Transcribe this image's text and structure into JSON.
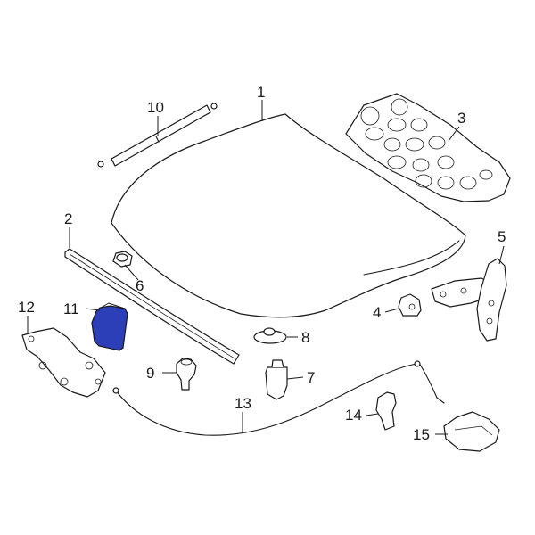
{
  "colors": {
    "stroke": "#1a1a1a",
    "background": "#ffffff",
    "highlight": "#2c3fb8"
  },
  "highlighted_part": "11",
  "callouts": [
    {
      "id": "1",
      "label": "1"
    },
    {
      "id": "2",
      "label": "2"
    },
    {
      "id": "3",
      "label": "3"
    },
    {
      "id": "4",
      "label": "4"
    },
    {
      "id": "5",
      "label": "5"
    },
    {
      "id": "6",
      "label": "6"
    },
    {
      "id": "7",
      "label": "7"
    },
    {
      "id": "8",
      "label": "8"
    },
    {
      "id": "9",
      "label": "9"
    },
    {
      "id": "10",
      "label": "10"
    },
    {
      "id": "11",
      "label": "11"
    },
    {
      "id": "12",
      "label": "12"
    },
    {
      "id": "13",
      "label": "13"
    },
    {
      "id": "14",
      "label": "14"
    },
    {
      "id": "15",
      "label": "15"
    }
  ]
}
